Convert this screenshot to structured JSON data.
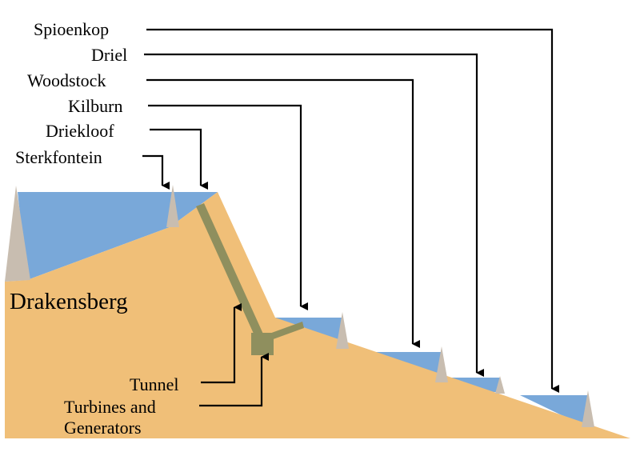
{
  "reservoirs": [
    {
      "id": "spioenkop",
      "label": "Spioenkop"
    },
    {
      "id": "driel",
      "label": "Driel"
    },
    {
      "id": "woodstock",
      "label": "Woodstock"
    },
    {
      "id": "kilburn",
      "label": "Kilburn"
    },
    {
      "id": "driekloof",
      "label": "Driekloof"
    },
    {
      "id": "sterkfontein",
      "label": "Sterkfontein"
    }
  ],
  "terrain_label": "Drakensberg",
  "tunnel_label": "Tunnel",
  "turbines_label_line1": "Turbines and",
  "turbines_label_line2": "Generators",
  "colors": {
    "ground": "#F0BF78",
    "water": "#79A8D9",
    "dam": "#C8BDB0",
    "tunnel": "#8F8F5E",
    "line": "#000000"
  }
}
